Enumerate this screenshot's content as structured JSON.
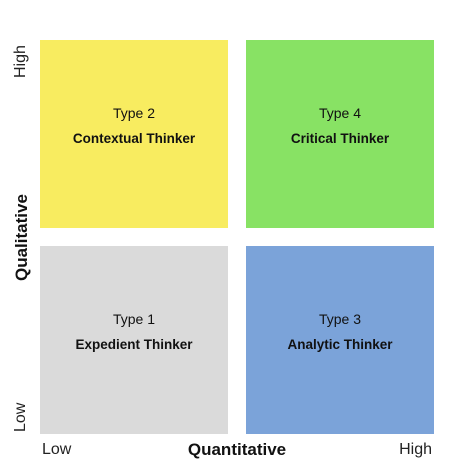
{
  "quadrants": {
    "top_left": {
      "type": "Type 2",
      "name": "Contextual Thinker",
      "color": "#f8ec60"
    },
    "top_right": {
      "type": "Type 4",
      "name": "Critical Thinker",
      "color": "#88e264"
    },
    "bottom_left": {
      "type": "Type 1",
      "name": "Expedient Thinker",
      "color": "#dadada"
    },
    "bottom_right": {
      "type": "Type 3",
      "name": "Analytic Thinker",
      "color": "#7ba3d9"
    }
  },
  "x_axis": {
    "title": "Quantitative",
    "low": "Low",
    "high": "High"
  },
  "y_axis": {
    "title": "Qualitative",
    "low": "Low",
    "high": "High"
  }
}
